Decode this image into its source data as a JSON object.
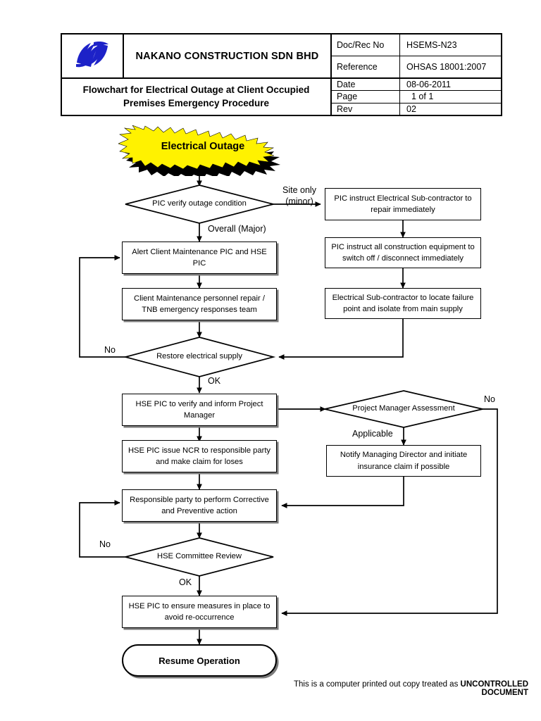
{
  "header": {
    "logo_icon": "nakano-n-logo-icon",
    "company": "NAKANO CONSTRUCTION SDN BHD",
    "doc_title": "Flowchart for Electrical Outage at Client Occupied Premises Emergency Procedure",
    "meta": [
      {
        "key": "Doc/Rec No",
        "value": "HSEMS-N23"
      },
      {
        "key": "Reference",
        "value": "OHSAS 18001:2007"
      },
      {
        "key": "Date",
        "value": "08-06-2011"
      },
      {
        "key": "Page",
        "value": "1 of 1"
      },
      {
        "key": "Rev",
        "value": "02"
      }
    ]
  },
  "flowchart": {
    "start": {
      "label": "Electrical Outage",
      "shape": "starburst",
      "fill": "#FFF200",
      "shadow": "#000000"
    },
    "nodes": {
      "d_verify": {
        "label": "PIC verify outage condition",
        "shape": "diamond"
      },
      "b_alert": {
        "label": "Alert Client Maintenance PIC and HSE PIC",
        "shape": "process"
      },
      "b_client_repair": {
        "label": "Client Maintenance personnel repair / TNB emergency responses team",
        "shape": "process"
      },
      "d_restore": {
        "label": "Restore electrical supply",
        "shape": "diamond"
      },
      "b_pic_sub": {
        "label": "PIC instruct Electrical Sub-contractor to repair immediately",
        "shape": "process"
      },
      "b_switch_off": {
        "label": "PIC instruct all construction equipment to switch off / disconnect immediately",
        "shape": "process"
      },
      "b_locate": {
        "label": "Electrical Sub-contractor to locate failure point and isolate from main supply",
        "shape": "process"
      },
      "b_hse_verify": {
        "label": "HSE PIC to verify and inform Project Manager",
        "shape": "process"
      },
      "d_pm_assess": {
        "label": "Project Manager Assessment",
        "shape": "diamond"
      },
      "b_notify_md": {
        "label": "Notify Managing Director and initiate insurance claim if possible",
        "shape": "process"
      },
      "b_ncr": {
        "label": "HSE PIC issue NCR to responsible party and make claim for loses",
        "shape": "process"
      },
      "b_corrective": {
        "label": "Responsible party to perform Corrective and Preventive action",
        "shape": "process"
      },
      "d_hse_review": {
        "label": "HSE Committee Review",
        "shape": "diamond"
      },
      "b_measures": {
        "label": "HSE PIC to ensure measures in place to avoid re-occurrence",
        "shape": "process"
      },
      "end": {
        "label": "Resume Operation",
        "shape": "terminator"
      }
    },
    "edge_labels": {
      "site_only": "Site only\n(minor)",
      "overall": "Overall (Major)",
      "restore_no": "No",
      "restore_ok": "OK",
      "pm_no": "No",
      "pm_applicable": "Applicable",
      "review_no": "No",
      "review_ok": "OK"
    }
  },
  "footer": {
    "text_normal": "This is a computer printed out copy treated as ",
    "text_bold": "UNCONTROLLED DOCUMENT"
  }
}
